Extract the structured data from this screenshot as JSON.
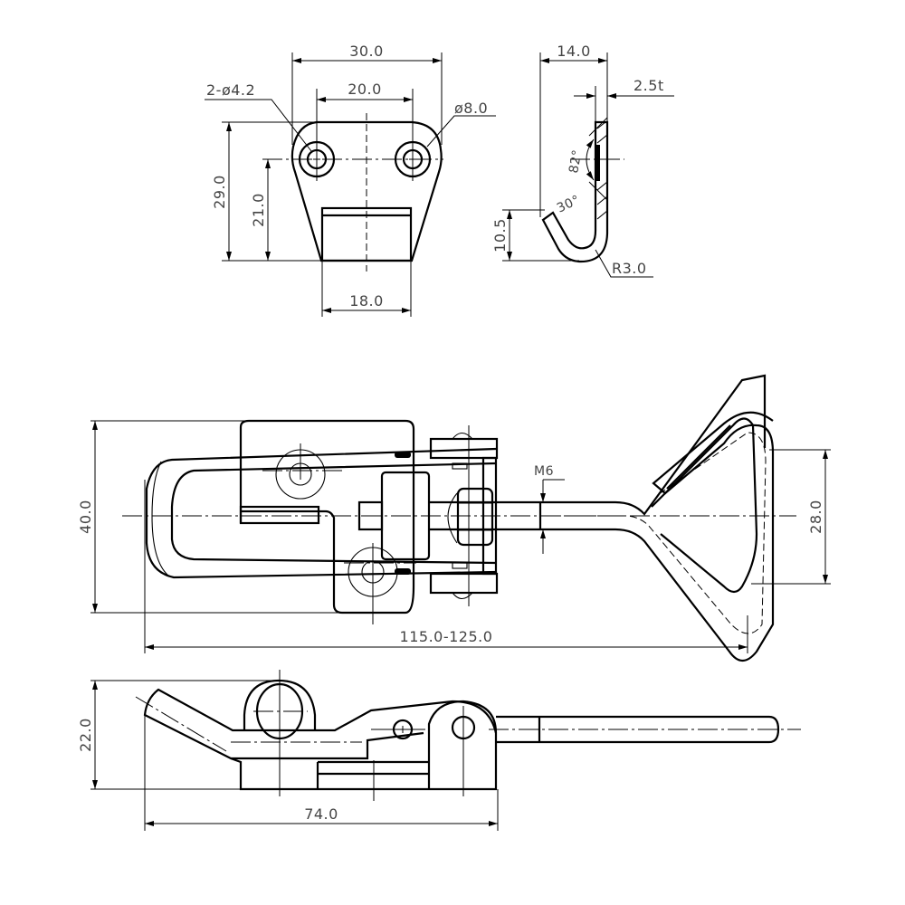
{
  "drawing": {
    "title": "Draw latch with catch plate - technical drawing",
    "line_color": "#000000",
    "text_color": "#444444"
  },
  "catch_plate_front": {
    "overall_width": "30.0",
    "hole_spacing": "20.0",
    "holes": "2-ø4.2",
    "boss_diameter": "ø8.0",
    "overall_height": "29.0",
    "hole_height": "21.0",
    "tab_width": "18.0"
  },
  "catch_plate_side": {
    "depth": "14.0",
    "thickness": "2.5t",
    "angle_82": "82°",
    "angle_30": "30°",
    "hook_height": "10.5",
    "bend_radius": "R3.0"
  },
  "latch_top": {
    "height": "40.0",
    "thread": "M6",
    "loop_width": "28.0",
    "length_range": "115.0-125.0"
  },
  "latch_side": {
    "height": "22.0",
    "base_length": "74.0"
  }
}
